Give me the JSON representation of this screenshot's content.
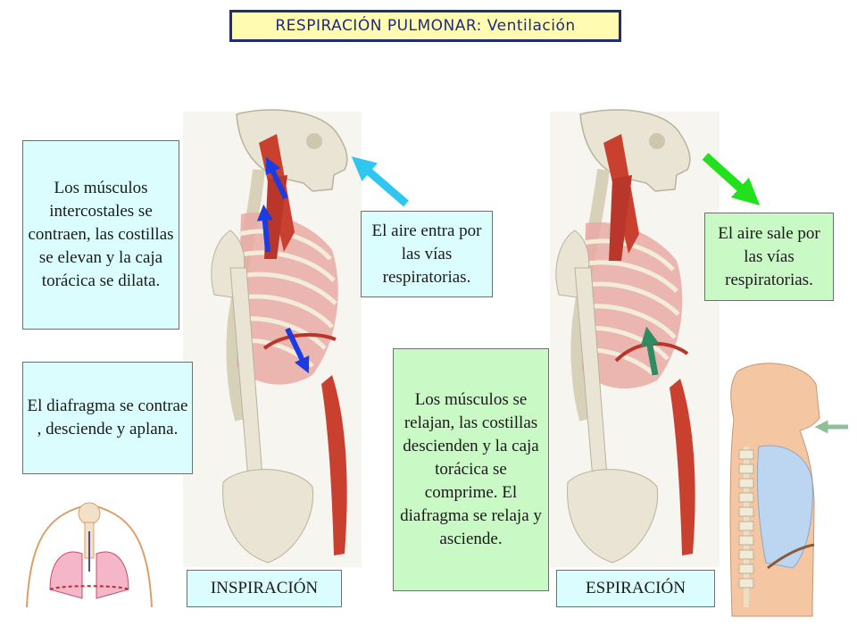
{
  "title": "RESPIRACIÓN PULMONAR: Ventilación",
  "boxes": {
    "intercostal": "Los músculos intercostales se contraen, las costillas se elevan y la caja torácica se dilata.",
    "diafragma": "El diafragma se contrae , desciende  y aplana.",
    "aire_entra": "El aire entra por las vías respiratorias.",
    "relajan": "Los músculos se relajan, las costillas descienden y la caja torácica se comprime. El diafragma se relaja y asciende.",
    "aire_sale": "El aire sale por las vías respiratorias."
  },
  "labels": {
    "inspiracion": "INSPIRACIÓN",
    "espiracion": "ESPIRACIÓN"
  },
  "colors": {
    "title_border": "#1e2c7a",
    "title_bg": "#fffbb0",
    "box_cyan": "#dcfdfd",
    "box_green": "#c9f9c4",
    "arrow_inhale": "#2fc7ef",
    "arrow_exhale": "#23e01c",
    "arrow_muscle_blue": "#1a3ce0",
    "arrow_muscle_green": "#2e8b62"
  }
}
